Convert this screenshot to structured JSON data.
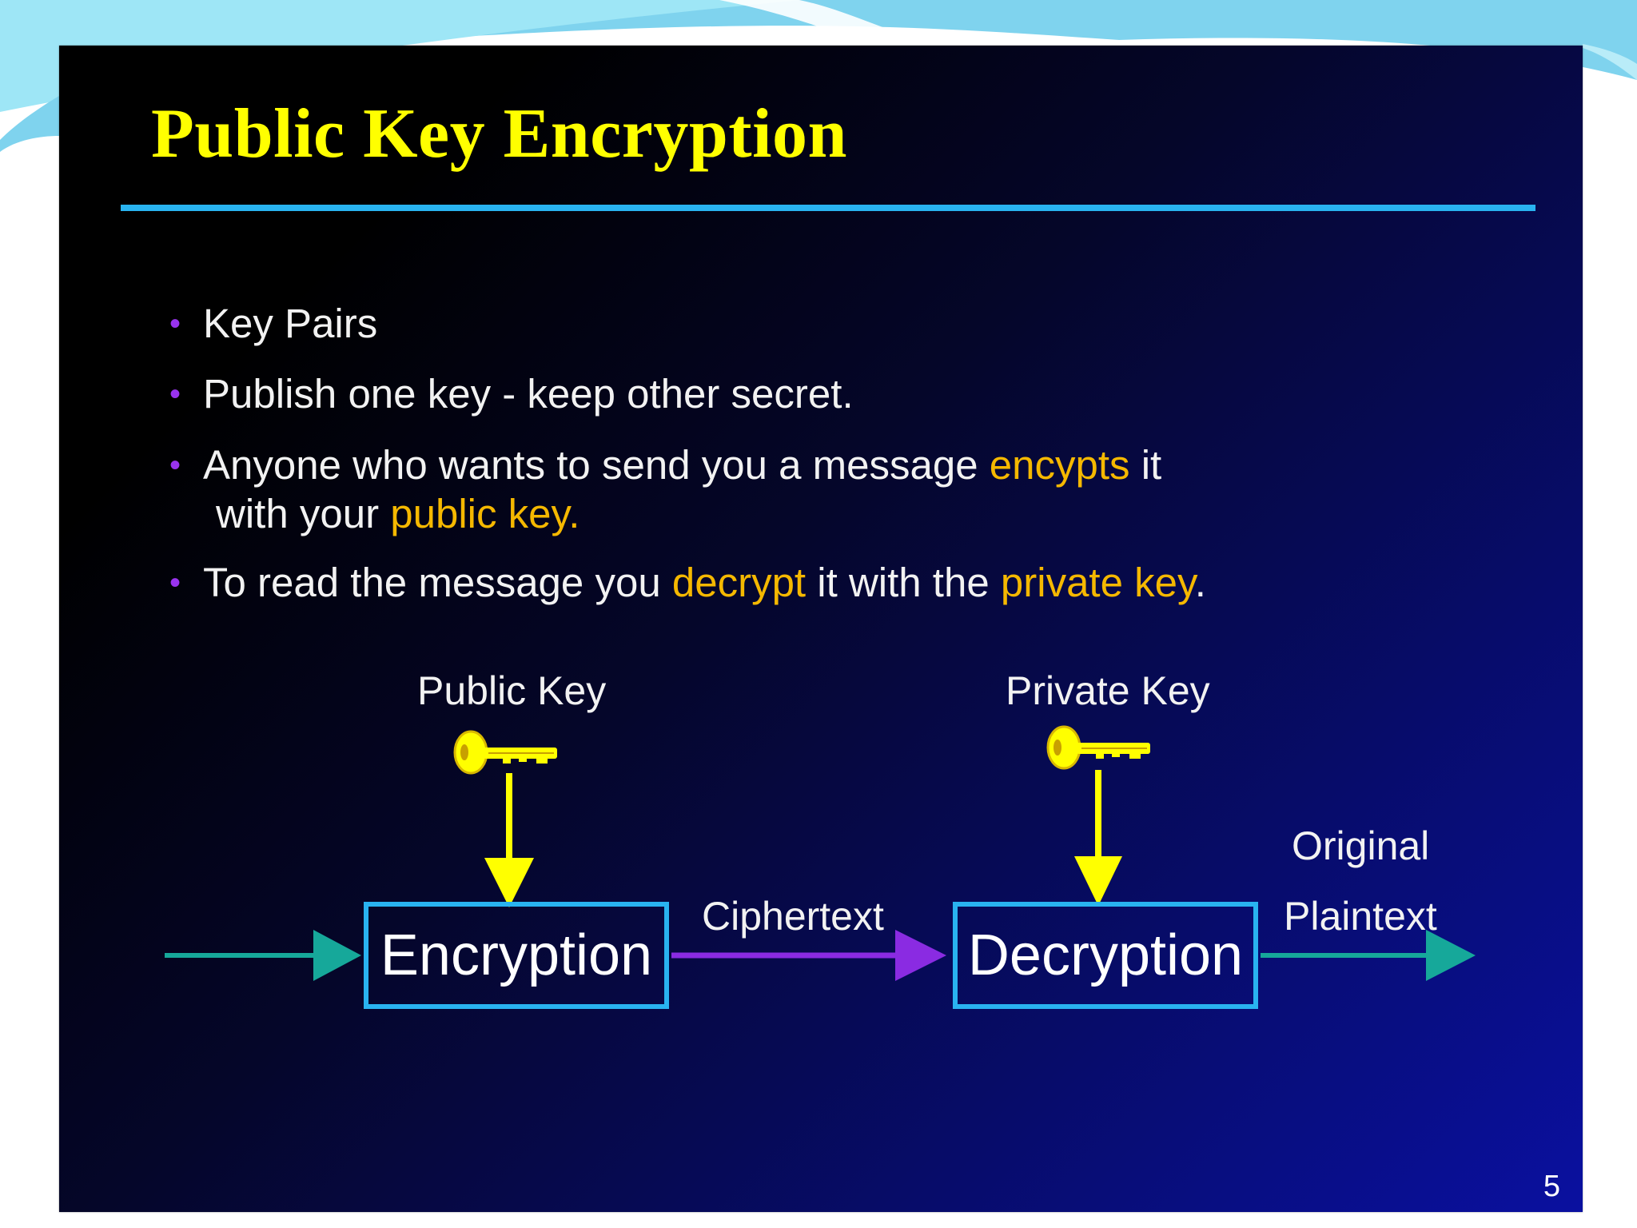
{
  "slide": {
    "title": "Public Key Encryption",
    "bullets": [
      {
        "pre": "Key Pairs"
      },
      {
        "pre": "Publish one key - keep other secret."
      },
      {
        "pre": "Anyone who wants to send you a message ",
        "hl1": "encypts",
        "mid": " it",
        "line2_pre": "with your ",
        "line2_hl": "public key."
      },
      {
        "pre": "To read the message you ",
        "hl1": "decrypt",
        "mid": " it with the ",
        "hl2": "private key",
        "post": "."
      }
    ],
    "page_number": "5"
  },
  "diagram": {
    "public_key_label": "Public Key",
    "private_key_label": "Private Key",
    "encryption_label": "Encryption",
    "decryption_label": "Decryption",
    "ciphertext_label": "Ciphertext",
    "original_label": "Original",
    "plaintext_label": "Plaintext"
  },
  "colors": {
    "title": "#ffff00",
    "rule": "#29b3f0",
    "highlight": "#f5b800",
    "bullet_dot": "#9933ee",
    "key": "#ffff00",
    "teal_arrow": "#16a89a",
    "purple_arrow": "#8a2be2"
  }
}
